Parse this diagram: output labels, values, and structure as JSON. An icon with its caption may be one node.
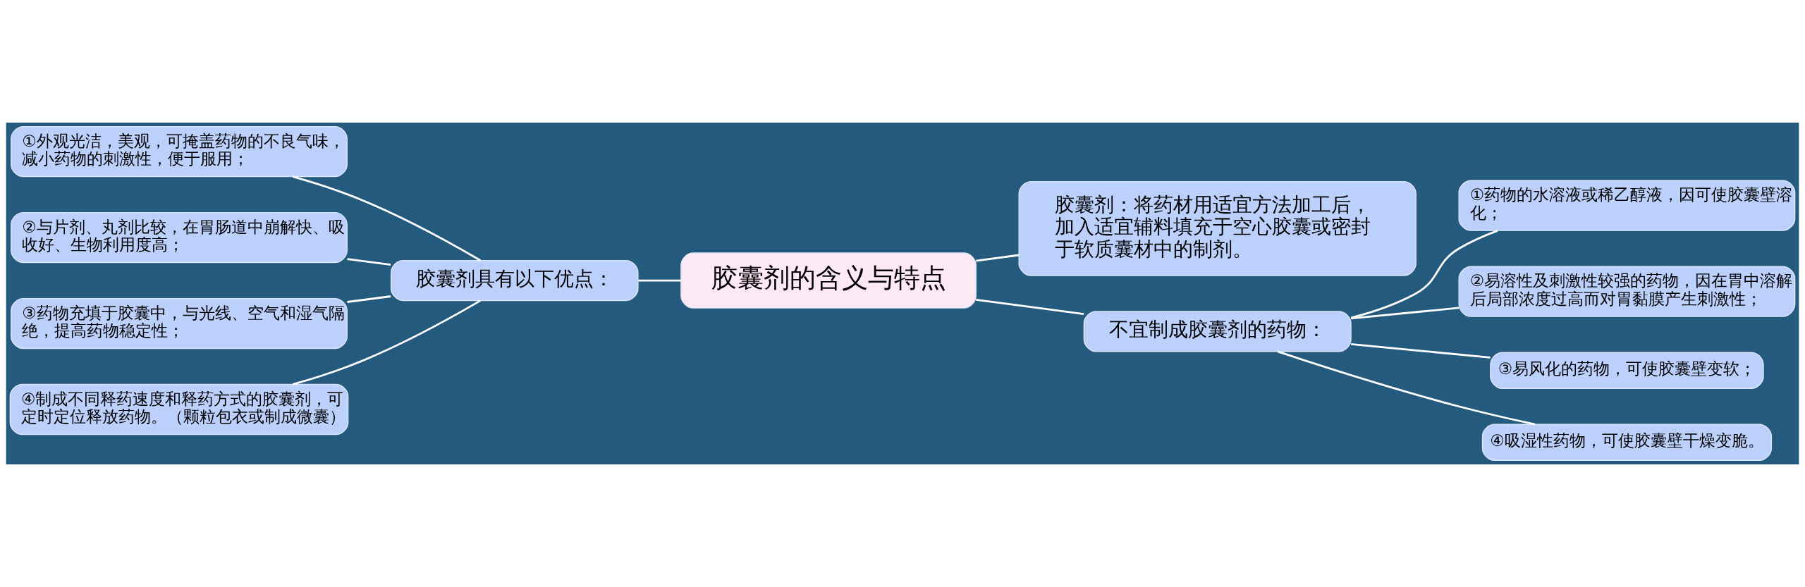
{
  "diagram": {
    "nodes": [
      {
        "text": [
          "胶囊剂的含义与特点"
        ]
      },
      {
        "text": [
          "胶囊剂具有以下优点："
        ]
      },
      {
        "text": [
          "①外观光洁，美观，可掩盖药物的不良气味，减小药物的刺激性，便于服用；"
        ]
      },
      {
        "text": [
          "②与片剂、丸剂比较，在胃肠道中崩解快、吸收好、生物利用度高；"
        ]
      },
      {
        "text": [
          "③药物充填于胶囊中，与光线、空气和湿气隔绝，提高药物稳定性；"
        ]
      },
      {
        "text": [
          "④制成不同释药速度和释药方式的胶囊剂，可定时定位释放药物。（颗粒包衣或制成微囊）"
        ]
      },
      {
        "text": [
          "胶囊剂：将药材用适宜方法加工后，加入适宜辅料填充于空心胶囊或密封于软质囊材中的制剂。"
        ]
      },
      {
        "text": [
          "不宜制成胶囊剂的药物："
        ]
      },
      {
        "text": [
          "①药物的水溶液或稀乙醇液，因可使胶囊壁溶化；"
        ]
      },
      {
        "text": [
          "②易溶性及刺激性较强的药物，因在胃中溶解后局部浓度过高而对胃黏膜产生刺激性；"
        ]
      },
      {
        "text": [
          "③易风化的药物，可使胶囊壁变软；"
        ]
      },
      {
        "text": [
          "④吸湿性药物，可使胶囊壁干燥变脆。"
        ]
      }
    ],
    "edges": [
      {
        "from": 0,
        "to": 1,
        "arrow": "none"
      },
      {
        "from": 1,
        "to": 2,
        "arrow": "none"
      },
      {
        "from": 1,
        "to": 3,
        "arrow": "none"
      },
      {
        "from": 1,
        "to": 4,
        "arrow": "none"
      },
      {
        "from": 1,
        "to": 5,
        "arrow": "none"
      },
      {
        "from": 0,
        "to": 6,
        "arrow": "none"
      },
      {
        "from": 0,
        "to": 7,
        "arrow": "none"
      },
      {
        "from": 7,
        "to": 8,
        "arrow": "none"
      },
      {
        "from": 7,
        "to": 9,
        "arrow": "none"
      },
      {
        "from": 7,
        "to": 10,
        "arrow": "none"
      },
      {
        "from": 7,
        "to": 11,
        "arrow": "none"
      }
    ]
  }
}
